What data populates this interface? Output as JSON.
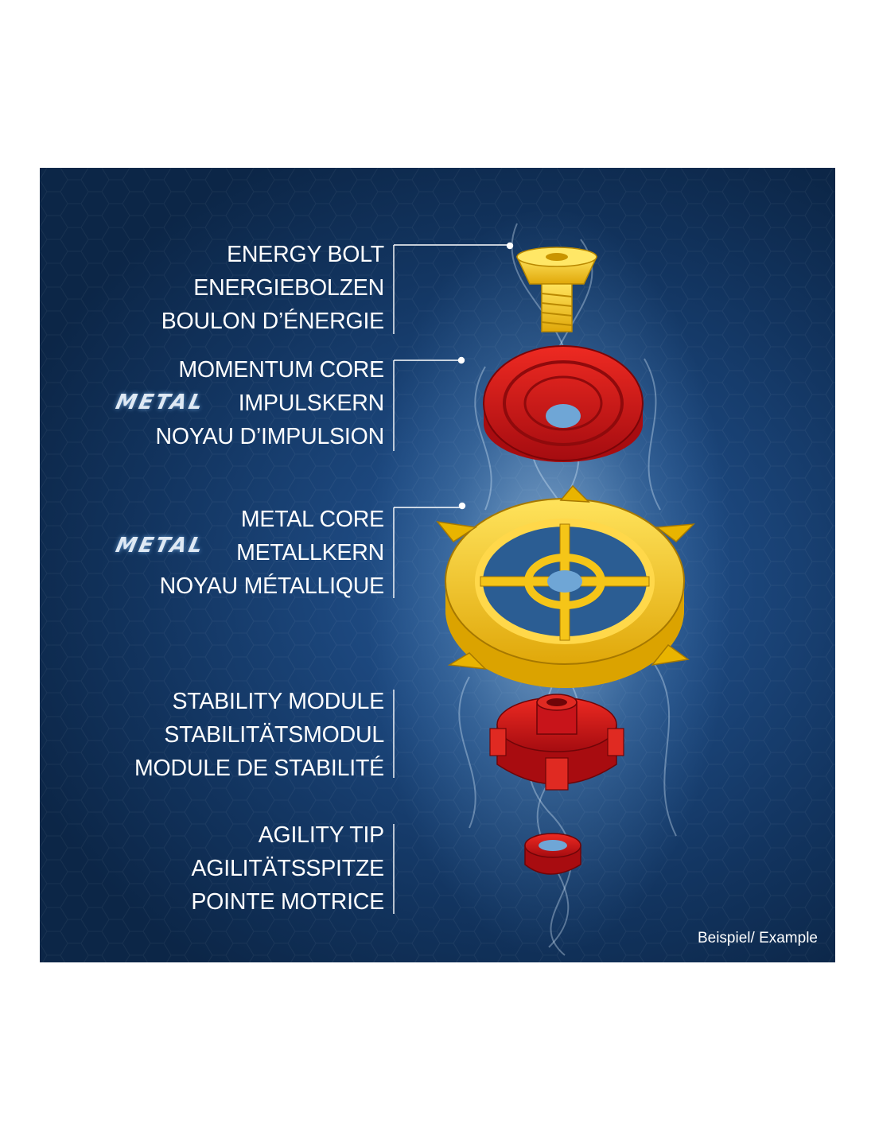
{
  "parts": [
    {
      "lines": [
        "ENERGY BOLT",
        "ENERGIEBOLZEN",
        "BOULON D’ÉNERGIE"
      ],
      "color": "#f5c518"
    },
    {
      "lines": [
        "MOMENTUM CORE",
        "IMPULSKERN",
        "NOYAU D’IMPULSION"
      ],
      "color": "#d7151b",
      "badge": "METAL"
    },
    {
      "lines": [
        "METAL CORE",
        "METALLKERN",
        "NOYAU MÉTALLIQUE"
      ],
      "color": "#f5c518",
      "badge": "METAL"
    },
    {
      "lines": [
        "STABILITY MODULE",
        "STABILITÄTSMODUL",
        "MODULE DE STABILITÉ"
      ],
      "color": "#d7151b"
    },
    {
      "lines": [
        "AGILITY TIP",
        "AGILITÄTSSPITZE",
        "POINTE MOTRICE"
      ],
      "color": "#d7151b"
    }
  ],
  "note": "Beispiel/ Example",
  "background_color": "#1c477d"
}
